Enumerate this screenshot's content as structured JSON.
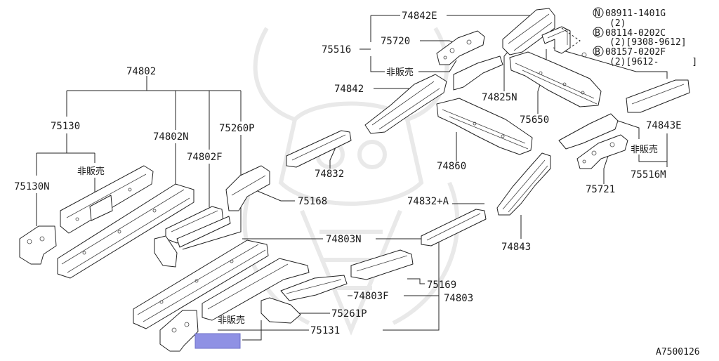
{
  "diagram": {
    "footer_code": "A7500126",
    "highlight_color": "#8f91e4",
    "labels": {
      "p74802": "74802",
      "p75130": "75130",
      "p75130N": "75130N",
      "p74802N": "74802N",
      "p74802F": "74802F",
      "p75260P": "75260P",
      "p75168": "75168",
      "p74803N": "74803N",
      "p75169": "75169",
      "p74803F": "74803F",
      "p74803": "74803",
      "p75261P": "75261P",
      "p75131": "75131",
      "p74842E": "74842E",
      "p75516": "75516",
      "p75720": "75720",
      "p74842": "74842",
      "p74832": "74832",
      "p74860": "74860",
      "p74825N": "74825N",
      "p75650": "75650",
      "p74843E": "74843E",
      "p75516M": "75516M",
      "p75721": "75721",
      "p74832A": "74832+A",
      "p74843": "74843"
    },
    "not_for_sale": "非販売",
    "fasteners": [
      {
        "symbol": "N",
        "part": "08911-1401G",
        "qty": "(2)"
      },
      {
        "symbol": "B",
        "part": "08114-0202C",
        "qty": "(2)[9308-9612]"
      },
      {
        "symbol": "B",
        "part": "08157-0202F",
        "qty": "(2)[9612-      ]"
      }
    ]
  }
}
